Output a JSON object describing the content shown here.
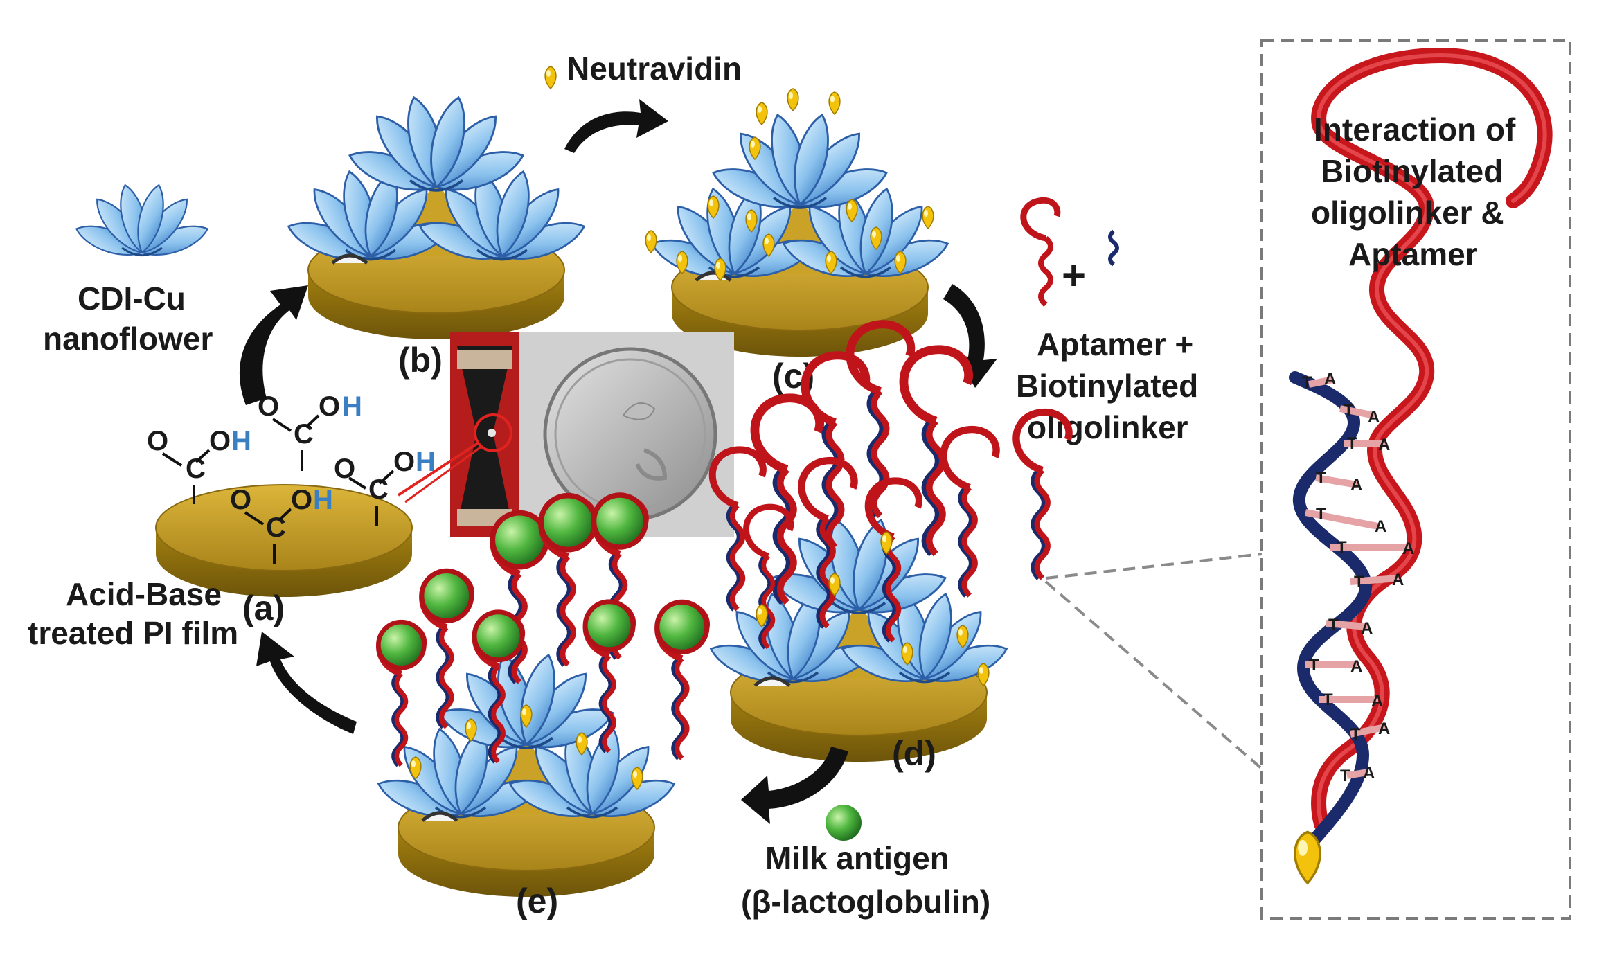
{
  "labels": {
    "nanoflower": [
      "CDI-Cu",
      "nanoflower"
    ],
    "neutravidin": "Neutravidin",
    "aptamer_oligo": [
      "Aptamer +",
      "Biotinylated",
      "oligolinker"
    ],
    "film": [
      "Acid-Base",
      "treated PI film"
    ],
    "milk_antigen": [
      "Milk antigen",
      "(β-lactoglobulin)"
    ],
    "inset_title": [
      "Interaction of",
      "Biotinylated",
      "oligolinker &",
      "Aptamer"
    ]
  },
  "steps": {
    "a": "(a)",
    "b": "(b)",
    "c": "(c)",
    "d": "(d)",
    "e": "(e)"
  },
  "chemistry": {
    "oxygen": "O",
    "carbon": "C",
    "hydroxyl_o": "O",
    "hydrogen": "H"
  },
  "symbols": {
    "plus": "+"
  },
  "base_pairs": {
    "top_strand": "T",
    "bottom_strand": "A"
  },
  "colors": {
    "film_gold": "#c9a227",
    "petal_blue": "#8fc3ee",
    "petal_dark": "#2c5fa8",
    "aptamer_red": "#c0141b",
    "oligo_navy": "#1b2a6b",
    "biotin_yellow": "#f2c20c",
    "antigen_green": "#3aa63a",
    "arrow_black": "#111111",
    "connector_red": "#e0231f",
    "hydrogen_blue": "#3a7fc2"
  }
}
